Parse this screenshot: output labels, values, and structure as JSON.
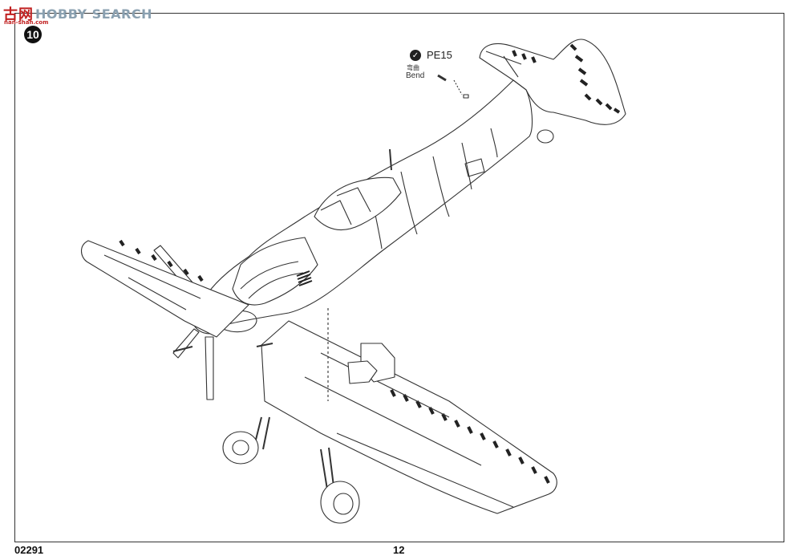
{
  "watermark": {
    "logo": "古网",
    "text": "HOBBY SEARCH",
    "url": "nan-shan.com"
  },
  "step": {
    "number": "10"
  },
  "callout": {
    "part_code": "PE15",
    "instruction_cn": "弯曲",
    "instruction_en": "Bend",
    "check_icon": "check-circle-icon"
  },
  "illustration": {
    "subject": "aircraft-assembly-drawing"
  },
  "footer": {
    "kit_number": "02291",
    "page_number": "12"
  }
}
